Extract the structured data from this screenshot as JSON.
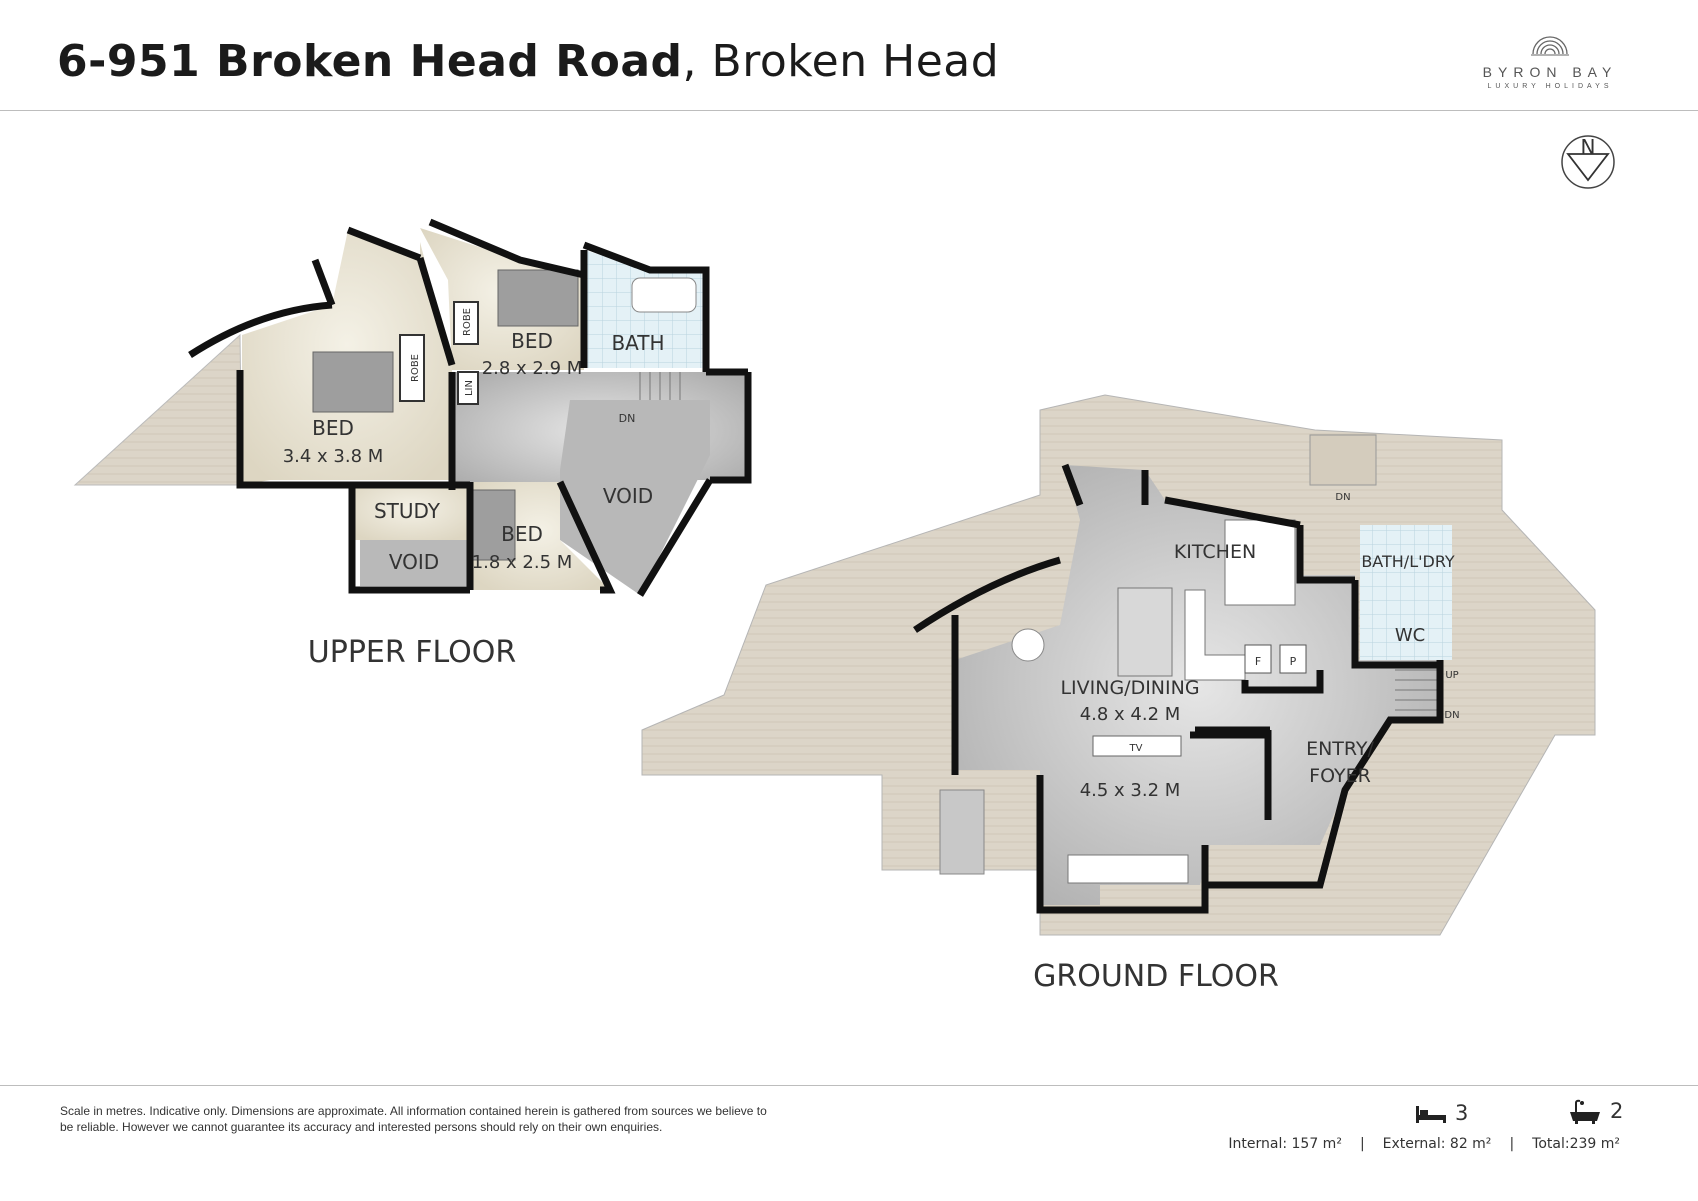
{
  "header": {
    "address_bold": "6-951 Broken Head Road",
    "address_light": ", Broken Head",
    "logo": {
      "name": "BYRON BAY",
      "tagline": "LUXURY HOLIDAYS"
    },
    "compass_label": "N"
  },
  "upper_floor": {
    "title": "UPPER FLOOR",
    "rooms": {
      "bed_main": "BED",
      "bed_main_dim": "3.4 x 3.8 M",
      "robe_1": "ROBE",
      "robe_2": "ROBE",
      "lin": "LIN",
      "bed_2": "BED",
      "bed_2_dim": "2.8 x 2.9 M",
      "bath": "BATH",
      "dn": "DN",
      "void_1": "VOID",
      "study": "STUDY",
      "void_2": "VOID",
      "bed_3": "BED",
      "bed_3_dim": "1.8 x 2.5 M"
    }
  },
  "ground_floor": {
    "title": "GROUND FLOOR",
    "rooms": {
      "kitchen": "KITCHEN",
      "bath_ldry": "BATH/L'DRY",
      "wc": "WC",
      "living": "LIVING/DINING",
      "living_dim": "4.8 x 4.2 M",
      "tv": "TV",
      "lounge_dim": "4.5 x 3.2 M",
      "entry": "ENTRY/",
      "foyer": "FOYER",
      "f": "F",
      "p": "P",
      "up": "UP",
      "dn_1": "DN",
      "dn_2": "DN"
    }
  },
  "footer": {
    "disclaimer": "Scale in metres.  Indicative only.  Dimensions are approximate.  All information contained herein is gathered from sources we believe to be reliable.  However we cannot guarantee its accuracy and interested persons should rely on their own enquiries.",
    "bedrooms": "3",
    "bathrooms": "2",
    "internal": "Internal: 157 m²",
    "external": "External: 82 m²",
    "total": "Total:239 m²",
    "separator": "|"
  }
}
